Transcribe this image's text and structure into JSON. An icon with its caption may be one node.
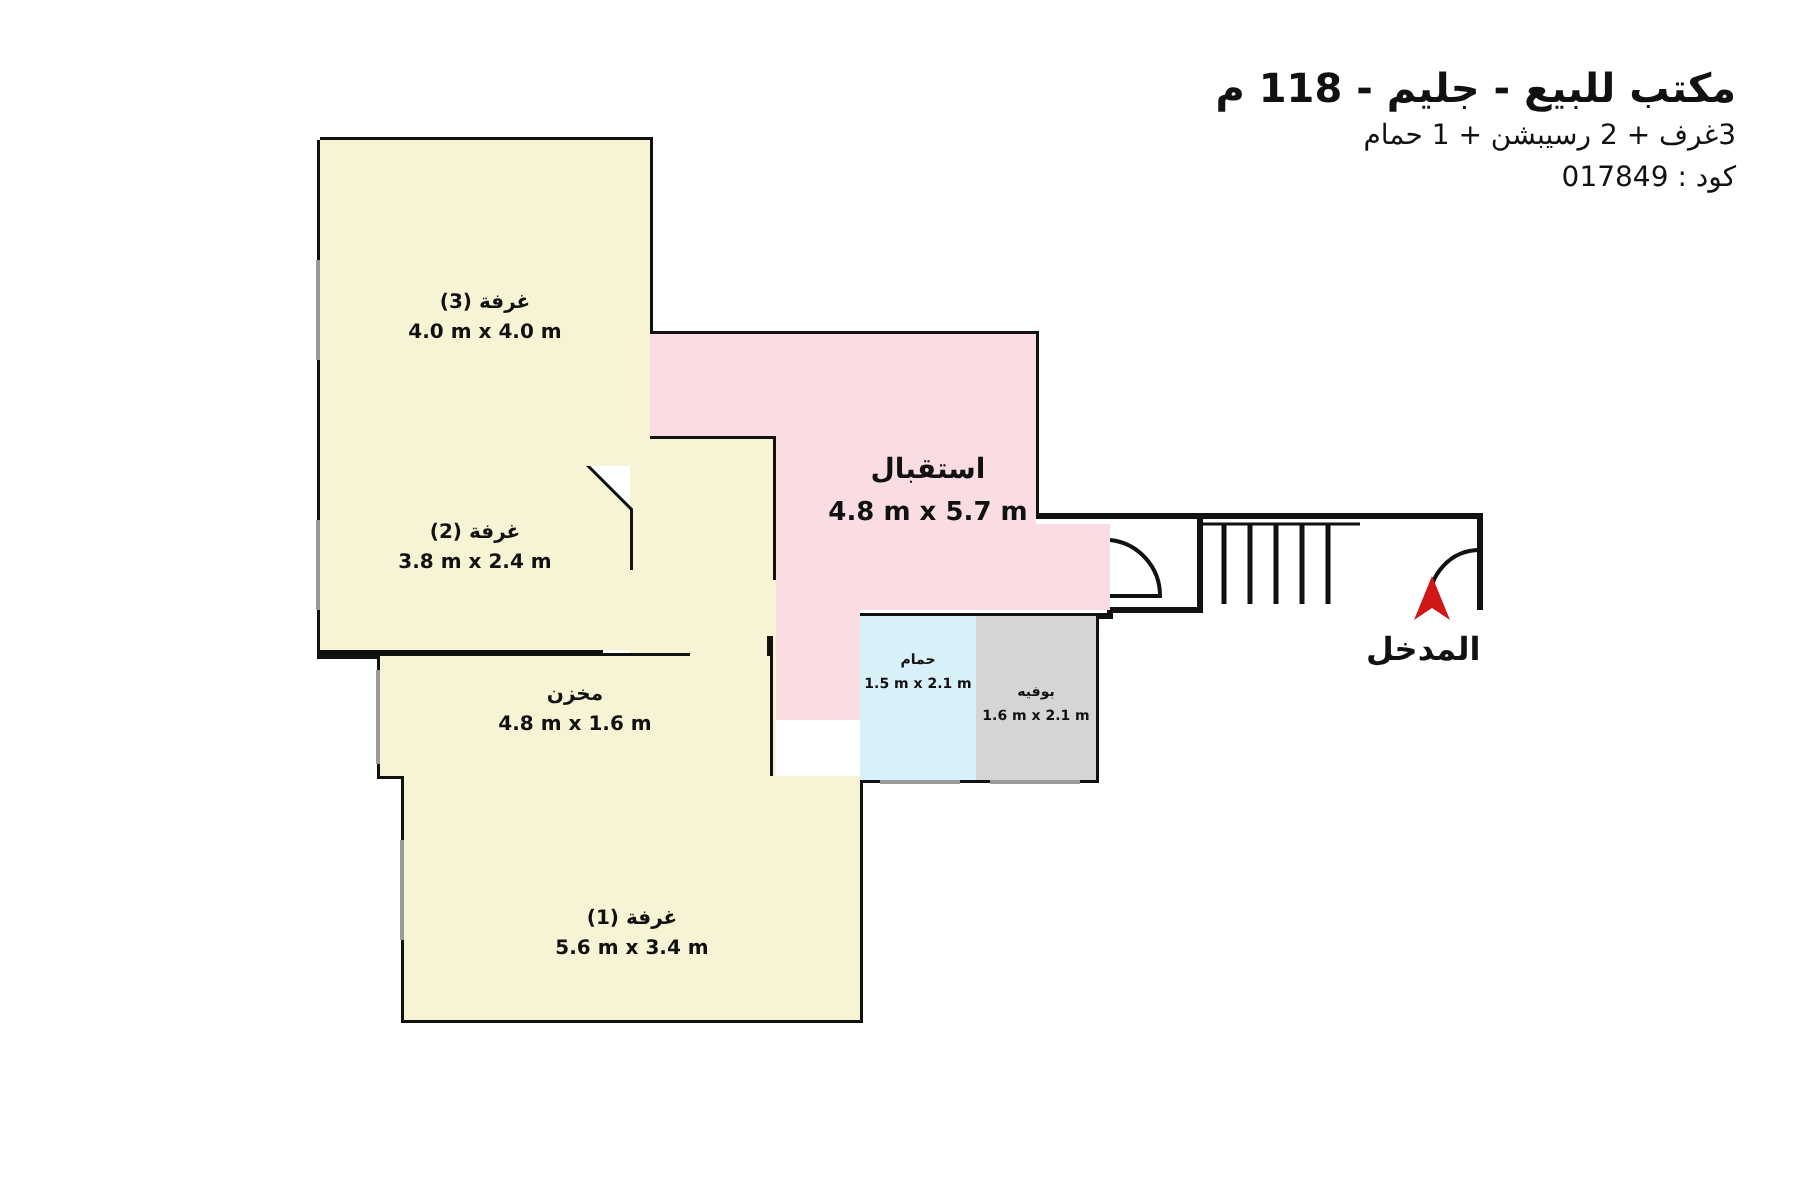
{
  "diagram": {
    "title": "مكتب للبيع - جليم - 118 م",
    "nodes": [
      {
        "text": [
          "غرفة (3)",
          "4.0 m x 4.0 m"
        ]
      },
      {
        "text": [
          "استقبال",
          "4.8 m x 5.7 m"
        ]
      },
      {
        "text": [
          "غرفة (2)",
          "3.8 m x 2.4 m"
        ]
      },
      {
        "text": [
          "مخزن",
          "4.8 m x 1.6 m"
        ]
      },
      {
        "text": [
          "حمام",
          "1.5 m x 2.1 m"
        ]
      },
      {
        "text": [
          "بوفيه",
          "1.6 m x 2.1 m"
        ]
      },
      {
        "text": [
          "غرفة (1)",
          "5.6 m x 3.4 m"
        ]
      }
    ],
    "labels": [
      "3غرف + 2 رسيبشن + 1 حمام",
      "كود : 017849",
      "المدخل"
    ]
  }
}
